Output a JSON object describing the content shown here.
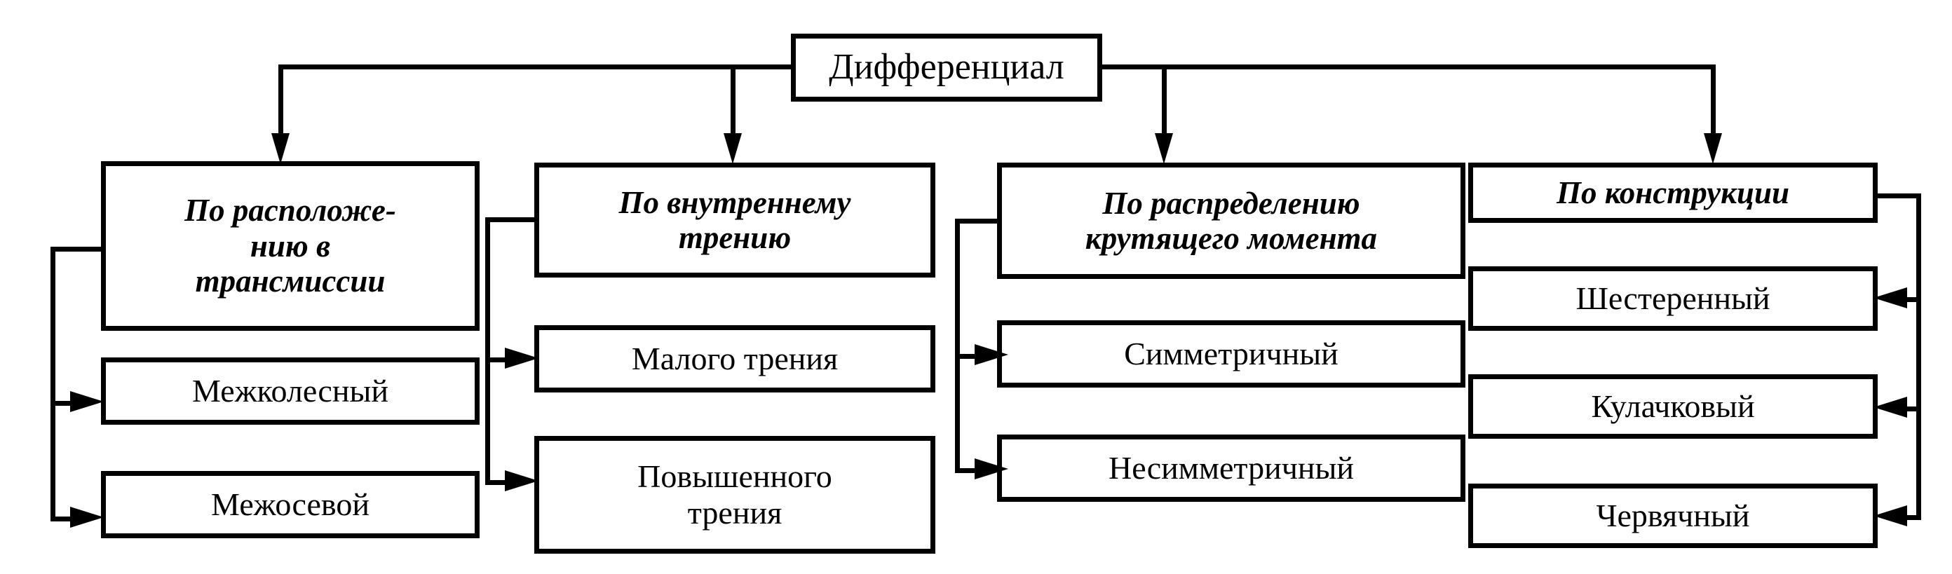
{
  "diagram": {
    "type": "tree",
    "orientation": "top-down-then-side",
    "stroke_color": "#000000",
    "background_color": "#ffffff",
    "root": {
      "id": "root",
      "label": "Дифференциал",
      "style": "upright"
    },
    "branches": [
      {
        "id": "branch-location",
        "label": "По расположе-\nнию в\nтрансмиссии",
        "style": "italic",
        "children": [
          {
            "id": "leaf-interwheel",
            "label": "Межколесный",
            "style": "upright"
          },
          {
            "id": "leaf-interaxle",
            "label": "Межосевой",
            "style": "upright"
          }
        ]
      },
      {
        "id": "branch-friction",
        "label": "По внутреннему\nтрению",
        "style": "italic",
        "children": [
          {
            "id": "leaf-low-friction",
            "label": "Малого трения",
            "style": "upright"
          },
          {
            "id": "leaf-high-friction",
            "label": "Повышенного\nтрения",
            "style": "upright"
          }
        ]
      },
      {
        "id": "branch-torque",
        "label": "По распределению\nкрутящего момента",
        "style": "italic",
        "children": [
          {
            "id": "leaf-symmetric",
            "label": "Симметричный",
            "style": "upright"
          },
          {
            "id": "leaf-asymmetric",
            "label": "Несимметричный",
            "style": "upright"
          }
        ]
      },
      {
        "id": "branch-design",
        "label": "По конструкции",
        "style": "italic",
        "children": [
          {
            "id": "leaf-gear",
            "label": "Шестеренный",
            "style": "upright"
          },
          {
            "id": "leaf-cam",
            "label": "Кулачковый",
            "style": "upright"
          },
          {
            "id": "leaf-worm",
            "label": "Червячный",
            "style": "upright"
          }
        ]
      }
    ],
    "connector_names": [
      "root-bus-horizontal",
      "root-drop-location",
      "root-drop-friction",
      "root-drop-torque",
      "root-drop-design",
      "location-side-bus",
      "friction-side-bus",
      "torque-side-bus",
      "design-side-bus"
    ]
  }
}
